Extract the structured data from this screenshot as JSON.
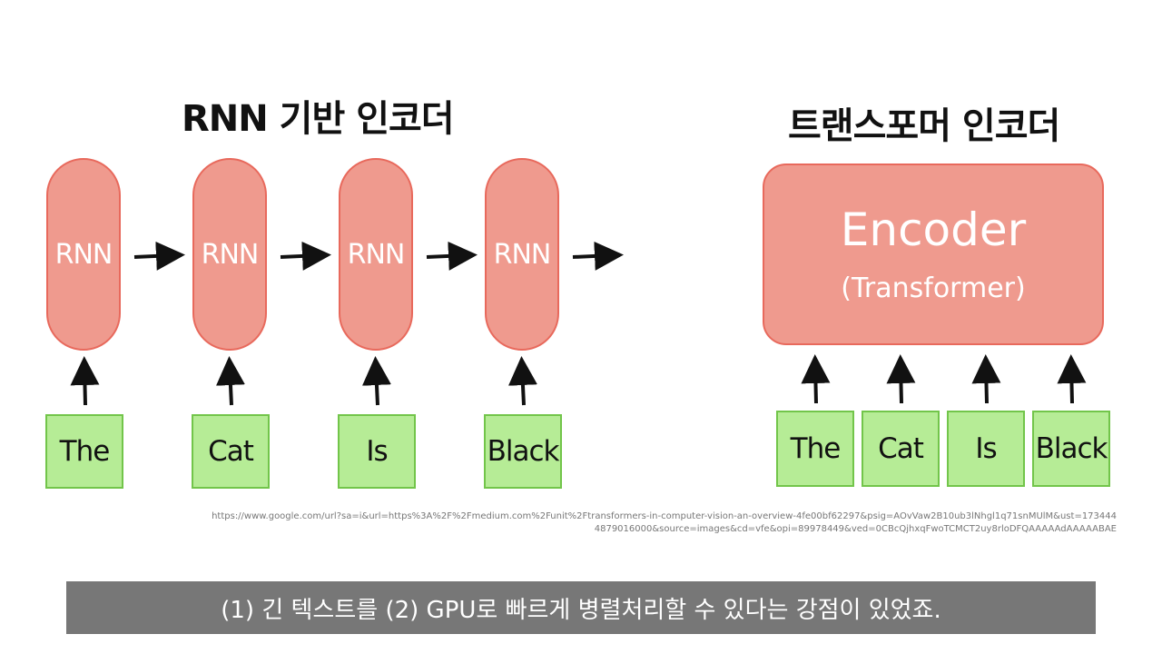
{
  "titles": {
    "rnn": "RNN 기반 인코더",
    "transformer": "트랜스포머 인코더"
  },
  "rnn_encoder": {
    "cell_label": "RNN",
    "cells": [
      "RNN",
      "RNN",
      "RNN",
      "RNN"
    ],
    "words": [
      "The",
      "Cat",
      "Is",
      "Black"
    ]
  },
  "transformer_encoder": {
    "title": "Encoder",
    "subtitle": "(Transformer)",
    "words": [
      "The",
      "Cat",
      "Is",
      "Black"
    ]
  },
  "source_url": "https://www.google.com/url?sa=i&url=https%3A%2F%2Fmedium.com%2Funit%2Ftransformers-in-computer-vision-an-overview-4fe00bf62297&psig=AOvVaw2B10ub3lNhgl1q71snMUlM&ust=1734444879016000&source=images&cd=vfe&opi=89978449&ved=0CBcQjhxqFwoTCMCT2uy8rloDFQAAAAAdAAAAABAE",
  "caption": "(1) 긴 텍스트를 (2) GPU로 빠르게 병렬처리할 수 있다는 강점이 있었죠.",
  "colors": {
    "cell_fill": "#ef9a8e",
    "cell_border": "#e8695c",
    "word_fill": "#b6ec96",
    "word_border": "#72c54a",
    "caption_bg": "#777777"
  }
}
